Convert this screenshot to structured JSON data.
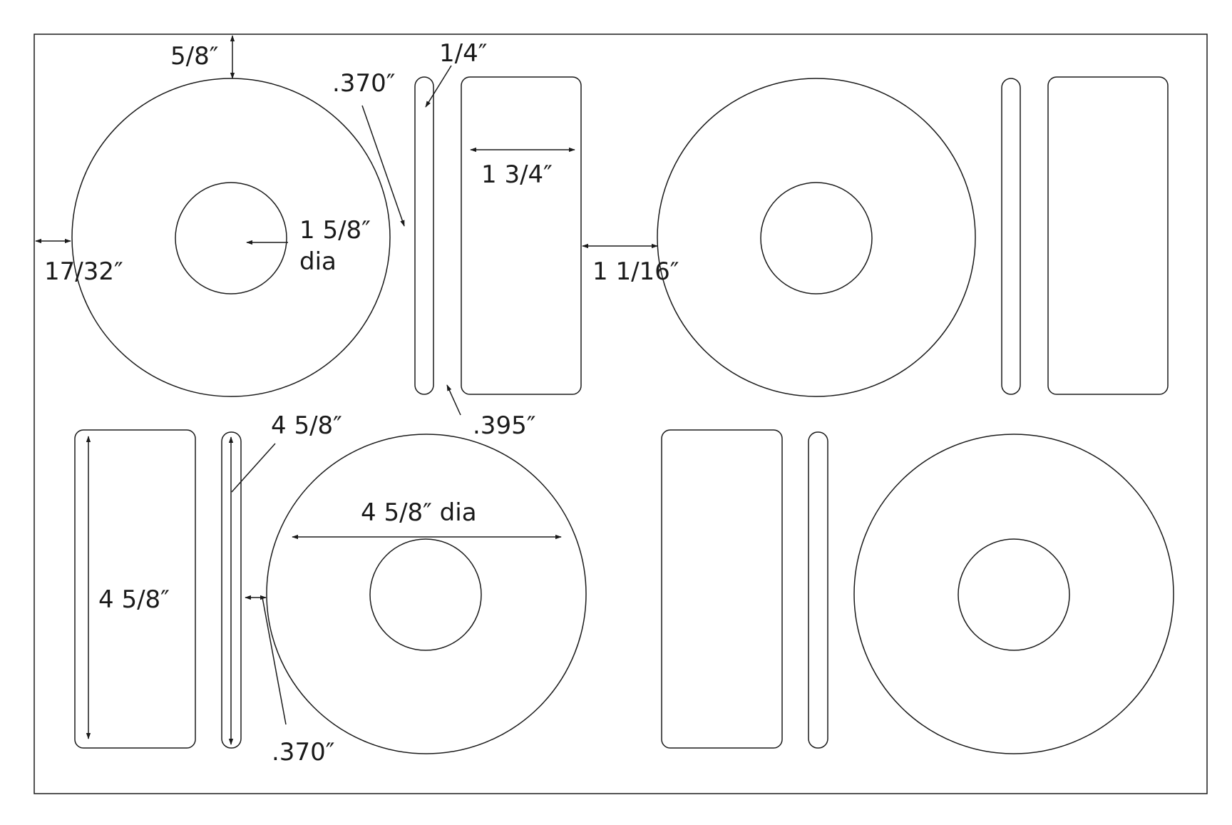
{
  "dimensions": {
    "top_margin": "5/8″",
    "side_margin": "17/32″",
    "spine_gap_a": ".370″",
    "spine_width": "1/4″",
    "insert_width": "1 3/4″",
    "hub_diameter": "1 5/8″",
    "hub_dia_suffix": "dia",
    "column_gap": "1 1/16″",
    "label_gap": ".395″",
    "label_height": "4 5/8″",
    "insert_height": "4 5/8″",
    "disc_diameter": "4 5/8″ dia",
    "spine_gap_b": ".370″"
  },
  "colors": {
    "line": "#1a1a1a",
    "background": "#ffffff"
  }
}
